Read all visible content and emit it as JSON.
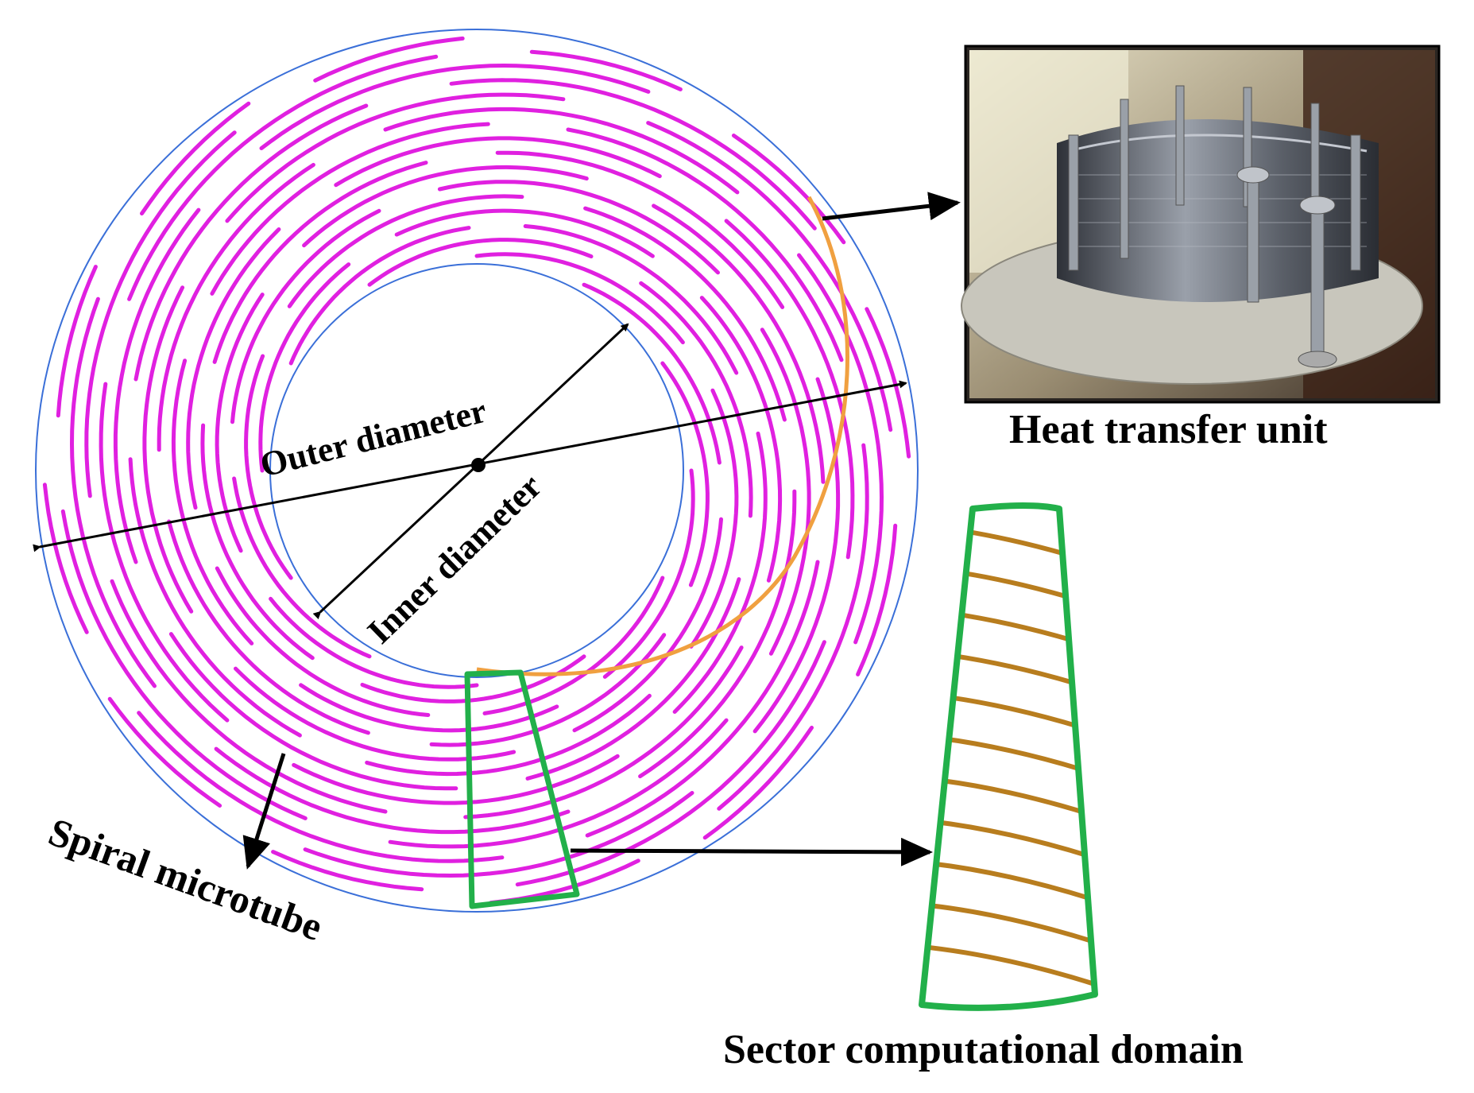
{
  "labels": {
    "outer_diameter": "Outer diameter",
    "inner_diameter": "Inner diameter",
    "spiral_microtube": "Spiral microtube",
    "heat_transfer_unit": "Heat transfer unit",
    "sector_domain": "Sector computational domain"
  },
  "colors": {
    "spiral": "#e020e0",
    "highlight_tube": "#f0a040",
    "sector_outline": "#22b04a",
    "sector_tube": "#b87d1e",
    "ring_outline": "#3a6fd8",
    "arrow": "#000000"
  },
  "icons": {
    "photo": "heat-transfer-unit-photo"
  }
}
